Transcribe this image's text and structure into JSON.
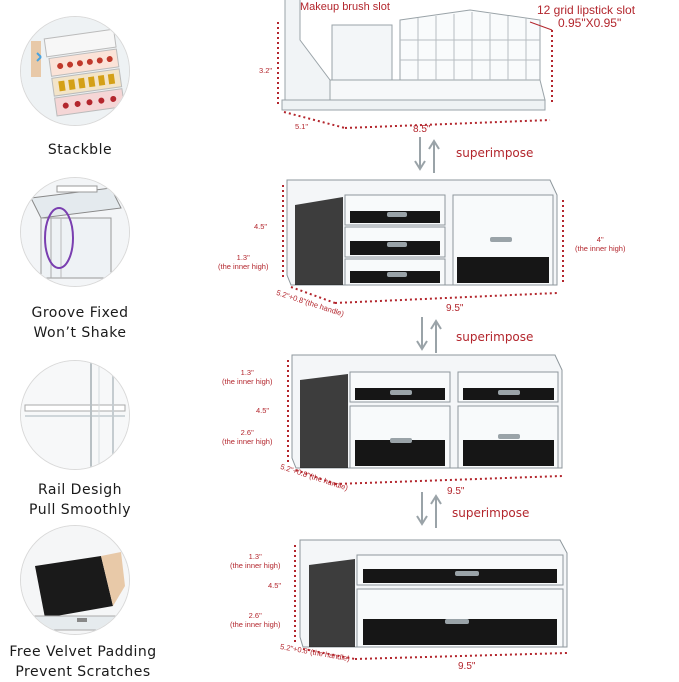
{
  "features": [
    {
      "label_lines": [
        "Stackble"
      ],
      "icon": "stacked-organizer-photo"
    },
    {
      "label_lines": [
        "Groove Fixed",
        "Won’t Shake"
      ],
      "icon": "groove-closeup-photo"
    },
    {
      "label_lines": [
        "Rail Desigh",
        "Pull Smoothly"
      ],
      "icon": "rail-closeup-photo"
    },
    {
      "label_lines": [
        "Free Velvet Padding",
        "Prevent Scratches"
      ],
      "icon": "velvet-pad-photo"
    }
  ],
  "top_unit": {
    "brush_slot_label": "Makeup brush slot",
    "lipstick_slot_label": "12 grid lipstick slot",
    "lipstick_slot_size": "0.95\"X0.95\"",
    "height": "3.2\"",
    "depth": "5.1\"",
    "width": "8.5\""
  },
  "superimpose_label": "superimpose",
  "unit2": {
    "height": "4.5\"",
    "inner_high_small": "1.3\"",
    "inner_high_note": "(the inner high)",
    "right_inner_high": "4\"",
    "right_inner_note": "(the inner high)",
    "depth": "5.2\"+0.8\"",
    "handle_note": "(the handle)",
    "width": "9.5\""
  },
  "unit3": {
    "inner_high_small": "1.3\"",
    "inner_high_note": "(the inner high)",
    "height": "4.5\"",
    "inner_high_large": "2.6\"",
    "inner_high_note2": "(the inner high)",
    "depth": "5.2\"+0.8\"",
    "handle_note": "(the handle)",
    "width": "9.5\""
  },
  "unit4": {
    "inner_high_small": "1.3\"",
    "inner_high_note": "(the inner high)",
    "height": "4.5\"",
    "inner_high_large": "2.6\"",
    "inner_high_note2": "(the inner high)",
    "depth": "5.2\"+0.8\"",
    "handle_note": "(the handle)",
    "width": "9.5\""
  },
  "colors": {
    "accent_red": "#b3262d",
    "velvet": "#111111",
    "acrylic": "#e9eef2"
  }
}
